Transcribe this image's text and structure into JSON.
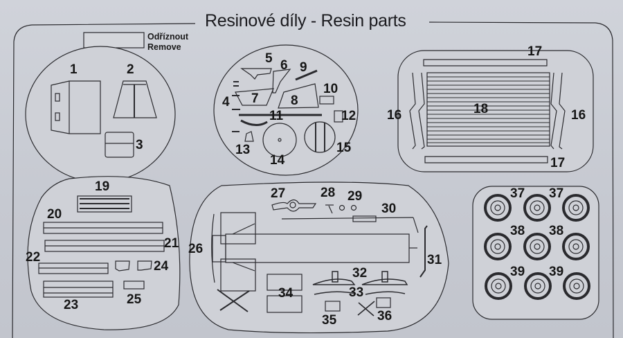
{
  "header": {
    "title": "Resinové díly - Resin parts"
  },
  "legend": {
    "remove_cz": "Odříznout",
    "remove_en": "Remove"
  },
  "parts": {
    "cab_group": [
      "1",
      "2",
      "3"
    ],
    "gun_group": [
      "4",
      "5",
      "6",
      "7",
      "8",
      "9",
      "10",
      "11",
      "12",
      "13",
      "14",
      "15"
    ],
    "bed_group": [
      "16",
      "16",
      "17",
      "17",
      "18"
    ],
    "body_group": [
      "19",
      "20",
      "21",
      "22",
      "23",
      "24",
      "25"
    ],
    "chassis_group": [
      "26",
      "27",
      "28",
      "29",
      "30",
      "31",
      "32",
      "33",
      "34",
      "35",
      "36"
    ],
    "wheel_group": [
      "37",
      "37",
      "38",
      "38",
      "39",
      "39"
    ]
  },
  "colors": {
    "ink": "#2a2a2e",
    "panel_fill": "#cfd1d7",
    "background": "#c9ccd4"
  }
}
